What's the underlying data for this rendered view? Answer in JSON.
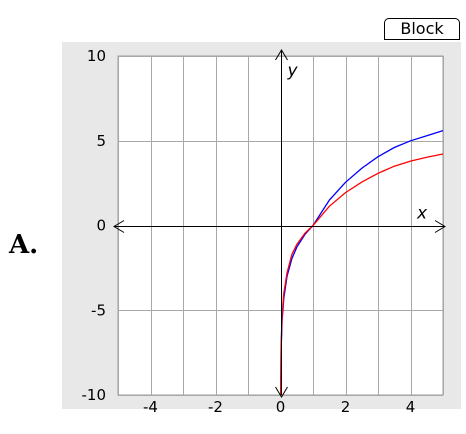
{
  "toolbar": {
    "block_label": "Block"
  },
  "option": {
    "label": "A."
  },
  "chart_data": {
    "type": "line",
    "title": "",
    "xlabel": "x",
    "ylabel": "y",
    "xlim": [
      -5,
      5
    ],
    "ylim": [
      -10,
      10
    ],
    "x_ticks": [
      -4,
      -2,
      0,
      2,
      4
    ],
    "y_ticks": [
      10,
      5,
      0,
      -5,
      -10
    ],
    "x_tick_labels": [
      "-4",
      "-2",
      "0",
      "2",
      "4"
    ],
    "y_tick_labels": [
      "10",
      "5",
      "0",
      "-5",
      "-10"
    ],
    "grid": true,
    "background": "#e8e8e8",
    "series": [
      {
        "color": "#0000ff",
        "x": [
          0.005,
          0.02,
          0.05,
          0.1,
          0.2,
          0.35,
          0.5,
          0.75,
          1,
          1.5,
          2,
          2.5,
          3,
          3.5,
          4,
          4.5,
          5
        ],
        "y": [
          -10,
          -7.4,
          -5.6,
          -4.3,
          -3.0,
          -1.95,
          -1.28,
          -0.53,
          0,
          1.49,
          2.55,
          3.38,
          4.06,
          4.6,
          5.0,
          5.3,
          5.6
        ]
      },
      {
        "color": "#ff0000",
        "x": [
          0.005,
          0.02,
          0.05,
          0.1,
          0.2,
          0.35,
          0.5,
          0.75,
          1,
          1.5,
          2,
          2.5,
          3,
          3.5,
          4,
          4.5,
          5
        ],
        "y": [
          -10,
          -7.0,
          -5.3,
          -4.0,
          -2.8,
          -1.7,
          -1.12,
          -0.46,
          0,
          1.13,
          1.94,
          2.56,
          3.08,
          3.5,
          3.8,
          4.03,
          4.22
        ]
      }
    ]
  }
}
